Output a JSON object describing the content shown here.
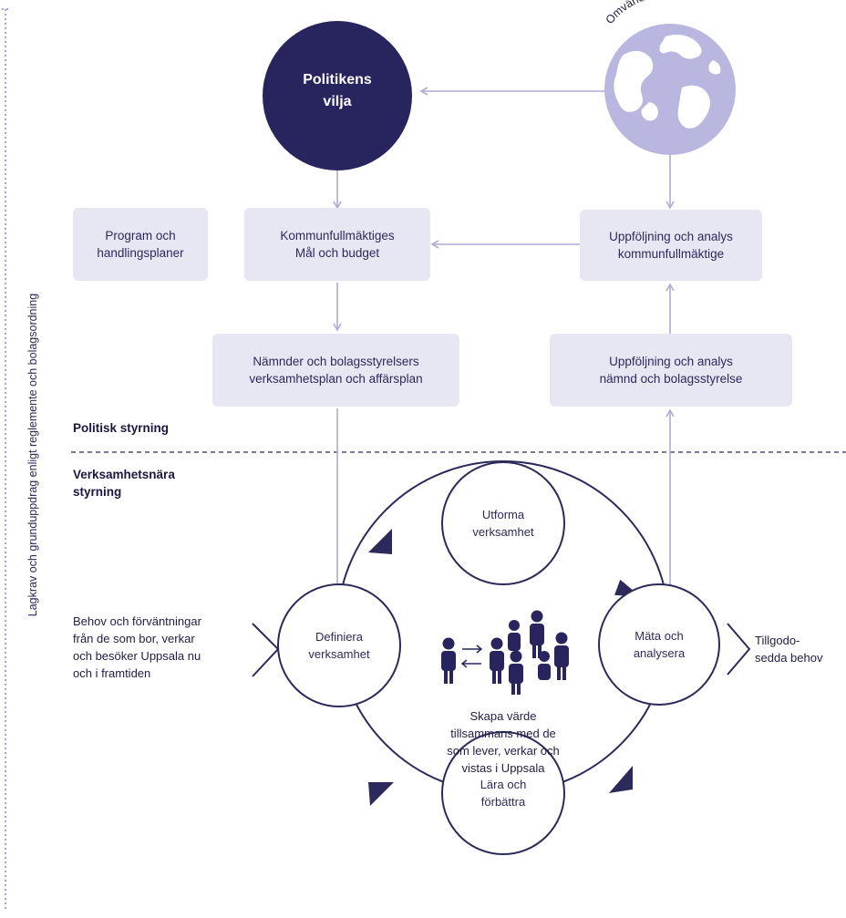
{
  "side_label": "Lagkrav och grunduppdrag enligt reglemente och bolagsordning",
  "politikens_vilja": "Politikens\nvilja",
  "omvarldsanalys": "Omvärldsanalys",
  "boxes": {
    "program": "Program och\nhandlingsplaner",
    "kf_mal": "Kommunfullmäktiges\nMål och budget",
    "uppfoljning_kf": "Uppföljning och analys\nkommunfullmäktige",
    "namnder_plan": "Nämnder och bolagsstyrelsers\nverksamhetsplan och affärsplan",
    "uppfoljning_namnd": "Uppföljning och analys\nnämnd och bolagsstyrelse"
  },
  "section_political": "Politisk styrning",
  "section_operational": "Verksamhetsnära\nstyrning",
  "cycle": {
    "top": "Utforma\nverksamhet",
    "left": "Definiera\nverksamhet",
    "right": "Mäta och\nanalysera",
    "bottom": "Lära och\nförbättra",
    "center": "Skapa värde\ntillsammans med de\nsom lever, verkar och\nvistas i Uppsala"
  },
  "input_text": "Behov och förväntningar\nfrån de som bor, verkar\noch besöker Uppsala nu\noch i framtiden",
  "output_text": "Tillgodo-\nsedda behov",
  "colors": {
    "dark_navy": "#27245e",
    "box_bg": "#e7e6f3",
    "arrow_light": "#aeacd0",
    "globe_light": "#b9b7e0",
    "line_dark": "#2c2a5a"
  },
  "icons": [
    "globe-icon",
    "people-group-icon",
    "exchange-arrows-icon",
    "chevron-right-icon",
    "triangle-arrow-icon"
  ]
}
